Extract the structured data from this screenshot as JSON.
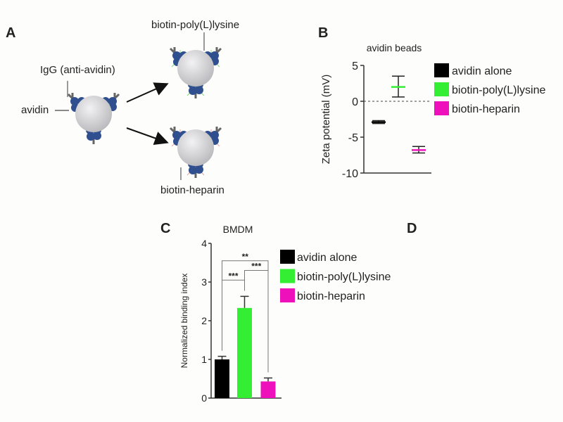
{
  "panels": {
    "a": {
      "letter": "A",
      "labels": {
        "igg": "IgG (anti-avidin)",
        "avidin": "avidin",
        "poly": "biotin-poly(L)lysine",
        "heparin": "biotin-heparin"
      }
    },
    "b": {
      "letter": "B"
    },
    "c": {
      "letter": "C"
    },
    "d": {
      "letter": "D"
    }
  },
  "colors": {
    "avidin_alone": "#000000",
    "poly_lysine": "#33ee33",
    "heparin": "#ee11bb",
    "bead": "#d4d4d8",
    "avidin_protein": "#2f4f8f"
  },
  "chart_data": [
    {
      "type": "scatter",
      "title": "avidin beads",
      "ylabel": "Zeta potential (mV)",
      "xlabel": "",
      "ylim": [
        -10,
        5
      ],
      "yticks": [
        "5",
        "0",
        "-5",
        "-10"
      ],
      "reference_line": 0,
      "legend": [
        "avidin alone",
        "biotin-poly(L)lysine",
        "biotin-heparin"
      ],
      "legend_placement": "right",
      "series": [
        {
          "name": "avidin alone",
          "mean": -2.9,
          "err_low": -3.1,
          "err_high": -2.7
        },
        {
          "name": "biotin-poly(L)lysine",
          "mean": 2.0,
          "err_low": 0.6,
          "err_high": 3.5
        },
        {
          "name": "biotin-heparin",
          "mean": -6.8,
          "err_low": -7.2,
          "err_high": -6.3
        }
      ]
    },
    {
      "type": "bar",
      "title": "BMDM",
      "ylabel": "Normalized binding index",
      "xlabel": "",
      "ylim": [
        0,
        4
      ],
      "yticks": [
        "4",
        "3",
        "2",
        "1",
        "0"
      ],
      "categories": [
        "avidin alone",
        "biotin-poly(L)lysine",
        "biotin-heparin"
      ],
      "values": [
        1.0,
        2.33,
        0.43
      ],
      "errors": [
        0.08,
        0.3,
        0.09
      ],
      "legend": [
        "avidin alone",
        "biotin-poly(L)lysine",
        "biotin-heparin"
      ],
      "legend_placement": "right",
      "significance": [
        {
          "from": 0,
          "to": 2,
          "label": "**",
          "level": 3.55
        },
        {
          "from": 1,
          "to": 2,
          "label": "***",
          "level": 3.3
        },
        {
          "from": 0,
          "to": 1,
          "label": "***",
          "level": 3.05
        }
      ]
    }
  ]
}
